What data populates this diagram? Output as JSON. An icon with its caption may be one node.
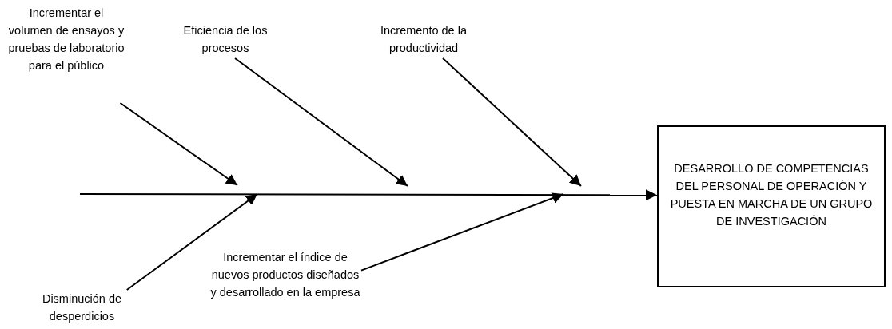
{
  "diagram": {
    "nodes": [
      {
        "text": [
          "Incrementar el volumen de ensayos y pruebas de laboratorio para el público"
        ]
      },
      {
        "text": [
          "Eficiencia de los procesos"
        ]
      },
      {
        "text": [
          "Incremento de la productividad"
        ]
      },
      {
        "text": [
          "DESARROLLO DE COMPETENCIAS DEL PERSONAL DE OPERACIÓN Y PUESTA EN MARCHA DE UN GRUPO DE INVESTIGACIÓN"
        ]
      },
      {
        "text": [
          "Incrementar el índice de nuevos productos diseñados y desarrollado en la empresa"
        ]
      },
      {
        "text": [
          "Disminución de desperdicios"
        ]
      }
    ],
    "edges": [
      {
        "from": null,
        "to": 3,
        "arrow": "to"
      },
      {
        "from": 0,
        "to": null,
        "arrow": "to"
      },
      {
        "from": 1,
        "to": null,
        "arrow": "to"
      },
      {
        "from": 2,
        "to": null,
        "arrow": "to"
      },
      {
        "from": 5,
        "to": null,
        "arrow": "to"
      },
      {
        "from": 4,
        "to": null,
        "arrow": "to"
      }
    ]
  }
}
